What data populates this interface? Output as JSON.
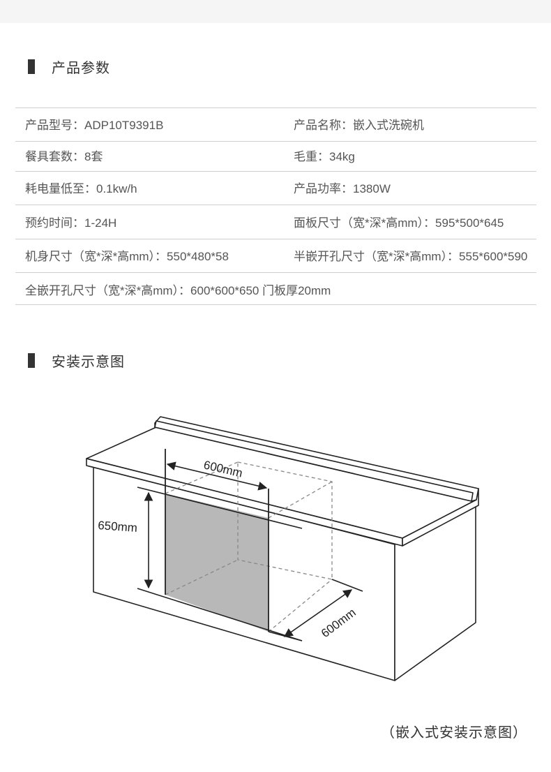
{
  "sections": {
    "specs_title": "产品参数",
    "diagram_title": "安装示意图"
  },
  "specs": {
    "model": "产品型号：ADP10T9391B",
    "name": "产品名称：嵌入式洗碗机",
    "place_settings": "餐具套数：8套",
    "gross_weight": "毛重：34kg",
    "power_consumption": "耗电量低至：0.1kw/h",
    "power": "产品功率：1380W",
    "delay_timer": "预约时间：1-24H",
    "panel_size": "面板尺寸（宽*深*高mm）：595*500*645",
    "body_size": "机身尺寸（宽*深*高mm）：550*480*58",
    "half_embed_cutout": "半嵌开孔尺寸（宽*深*高mm）：555*600*590",
    "full_embed_cutout": "全嵌开孔尺寸（宽*深*高mm）：600*600*650   门板厚20mm"
  },
  "diagram": {
    "width_label": "600mm",
    "height_label": "650mm",
    "depth_label": "600mm"
  },
  "caption": "（嵌入式安装示意图）"
}
